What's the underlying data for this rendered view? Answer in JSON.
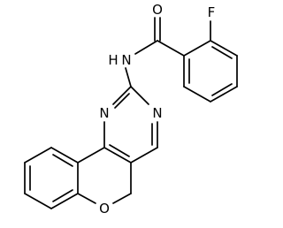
{
  "structure": {
    "atoms": {
      "O_carbonyl": "O",
      "F": "F",
      "NH": "N",
      "NH_H": "H",
      "N1": "N",
      "N3": "N",
      "O_ring": "O"
    }
  },
  "colors": {
    "ink": "#000000",
    "background": "#ffffff"
  }
}
